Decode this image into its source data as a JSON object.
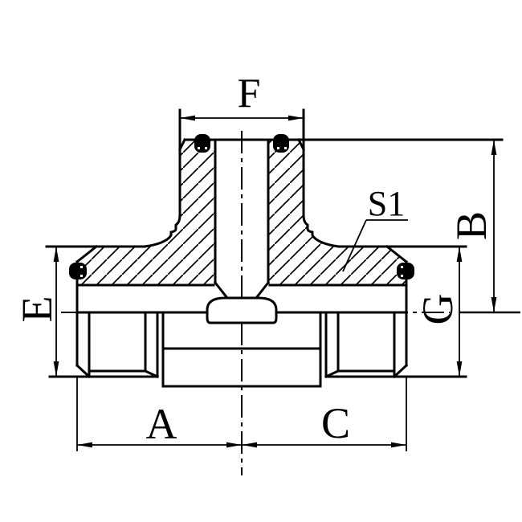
{
  "labels": {
    "f": "F",
    "s1": "S1",
    "b": "B",
    "e": "E",
    "g": "G",
    "a": "A",
    "c": "C"
  },
  "colors": {
    "line": "#000000",
    "background": "#ffffff"
  }
}
